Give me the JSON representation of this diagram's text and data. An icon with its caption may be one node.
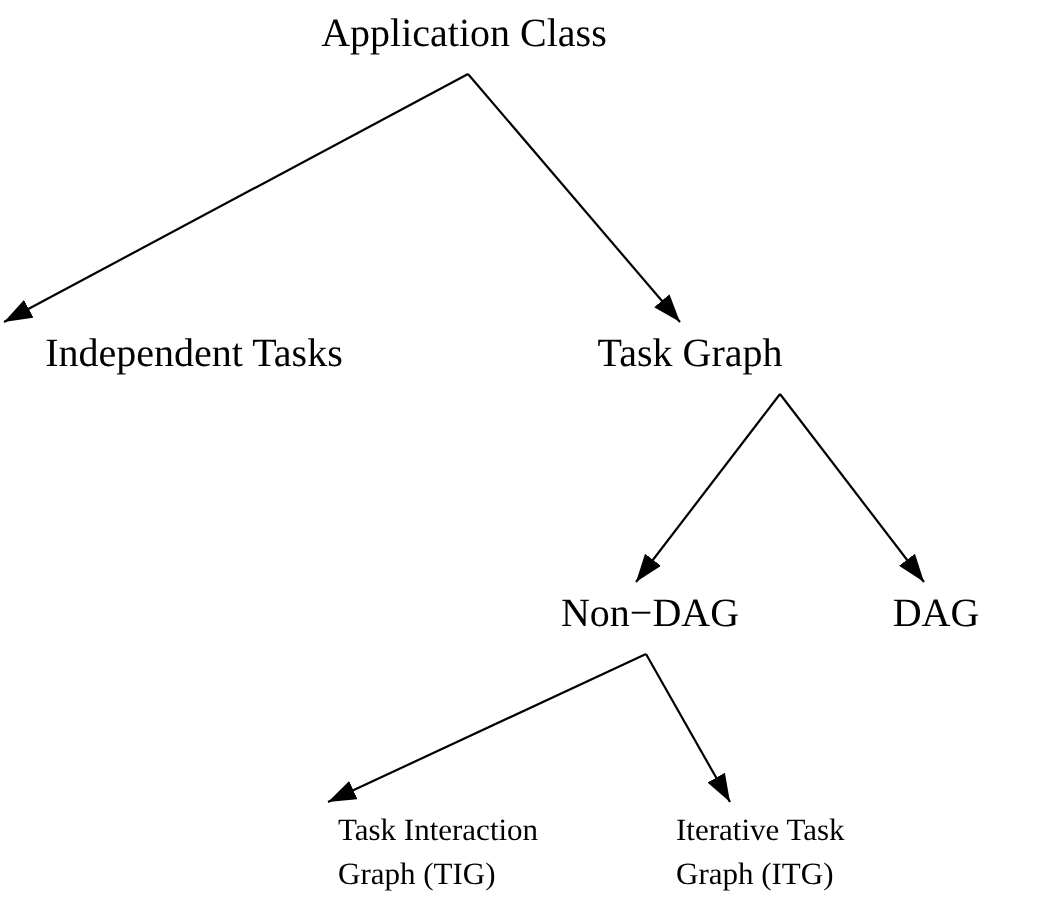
{
  "diagram": {
    "nodes": [
      {
        "text": [
          "Application Class"
        ]
      },
      {
        "text": [
          "Independent Tasks"
        ]
      },
      {
        "text": [
          "Task Graph"
        ]
      },
      {
        "text": [
          "Non−DAG"
        ]
      },
      {
        "text": [
          "DAG"
        ]
      },
      {
        "text": [
          "Task Interaction Graph (TIG)"
        ]
      },
      {
        "text": [
          "Iterative Task Graph (ITG)"
        ]
      }
    ],
    "edges": [
      {
        "from": 0,
        "to": 1,
        "arrow": "to"
      },
      {
        "from": 0,
        "to": 2,
        "arrow": "to"
      },
      {
        "from": 2,
        "to": 3,
        "arrow": "to"
      },
      {
        "from": 2,
        "to": 4,
        "arrow": "to"
      },
      {
        "from": 3,
        "to": 5,
        "arrow": "to"
      },
      {
        "from": 3,
        "to": 6,
        "arrow": "to"
      }
    ]
  }
}
